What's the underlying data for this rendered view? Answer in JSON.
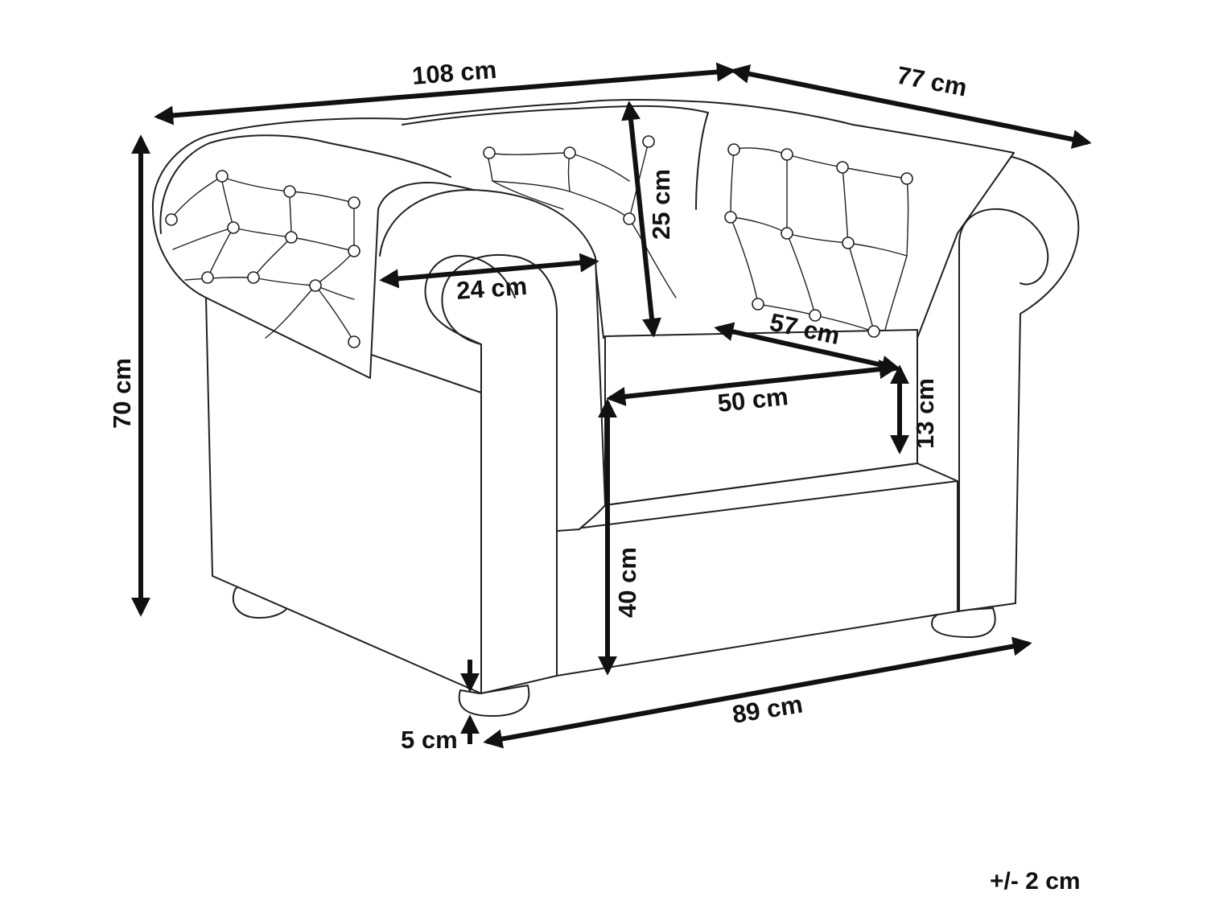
{
  "dimensions": {
    "width": "108 cm",
    "depth": "77 cm",
    "height": "70 cm",
    "backrest_height": "25 cm",
    "armrest_width": "24 cm",
    "seat_depth": "57 cm",
    "seat_width": "50 cm",
    "cushion_height": "13 cm",
    "seat_height": "40 cm",
    "leg_height": "5 cm",
    "front_width": "89 cm"
  },
  "tolerance": "+/- 2 cm",
  "colors": {
    "line": "#231f20",
    "dimension": "#111111",
    "background": "#ffffff"
  }
}
